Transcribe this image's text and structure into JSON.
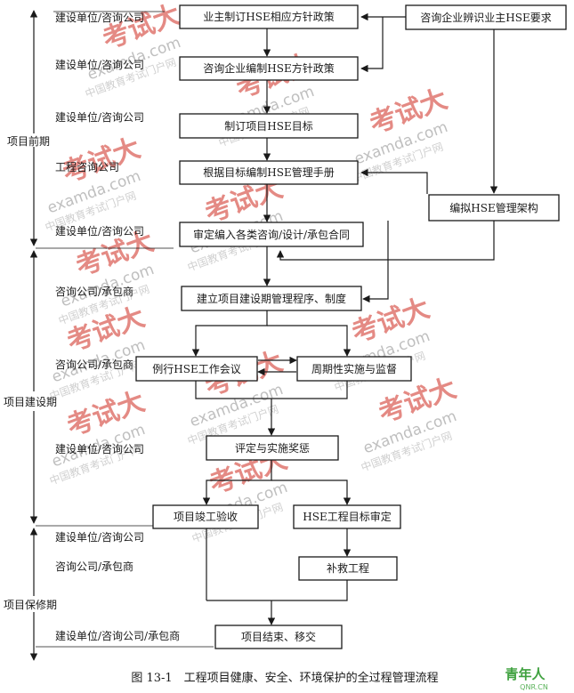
{
  "phases": [
    {
      "id": "pre",
      "label": "项目前期"
    },
    {
      "id": "build",
      "label": "项目建设期"
    },
    {
      "id": "warranty",
      "label": "项目保修期"
    }
  ],
  "responsible": [
    "建设单位/咨询公司",
    "建设单位/咨询公司",
    "建设单位/咨询公司",
    "工程咨询公司",
    "建设单位/咨询公司",
    "咨询公司/承包商",
    "咨询公司/承包商",
    "建设单位/咨询公司",
    "建设单位/咨询公司",
    "咨询公司/承包商",
    "建设单位/咨询公司/承包商"
  ],
  "nodes": {
    "n1": "业主制订HSE相应方针政策",
    "n2": "咨询企业编制HSE方针政策",
    "n3": "制订项目HSE目标",
    "n4": "根据目标编制HSE管理手册",
    "n5": "审定编入各类咨询/设计/承包合同",
    "n6": "建立项目建设期管理程序、制度",
    "n7": "例行HSE工作会议",
    "n8": "周期性实施与监督",
    "n9": "评定与实施奖惩",
    "n10": "项目竣工验收",
    "n11": "HSE工程目标审定",
    "n12": "补救工程",
    "n13": "项目结束、移交",
    "r1": "咨询企业辨识业主HSE要求",
    "r2": "编拟HSE管理架构"
  },
  "caption": "图 13-1　工程项目健康、安全、环境保护的全过程管理流程",
  "watermark": {
    "brand": "考试大",
    "site": "examda.com",
    "tagline": "中国教育考试门户网"
  },
  "corner_logo": {
    "main": "青年人",
    "sub": "QNR.CN"
  }
}
